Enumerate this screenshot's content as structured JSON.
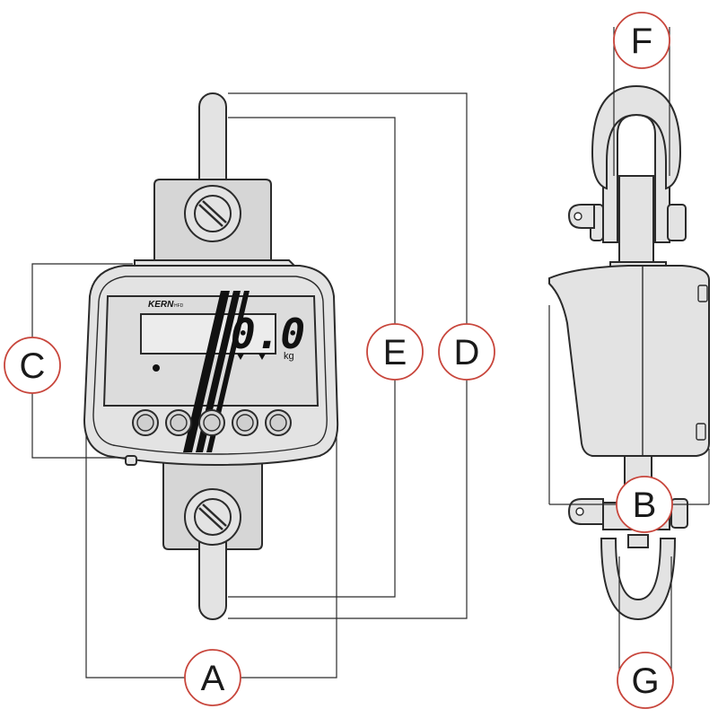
{
  "figure": {
    "scale_front": {
      "brand": "KERN",
      "brand_suffix": "HFD",
      "display_value": "0.0",
      "unit": "kg"
    },
    "labels": {
      "A": "A",
      "B": "B",
      "C": "C",
      "D": "D",
      "E": "E",
      "F": "F",
      "G": "G"
    },
    "colors": {
      "body": "#e3e3e3",
      "outline": "#2b2b2b",
      "marker_ring": "#c8463c"
    }
  }
}
